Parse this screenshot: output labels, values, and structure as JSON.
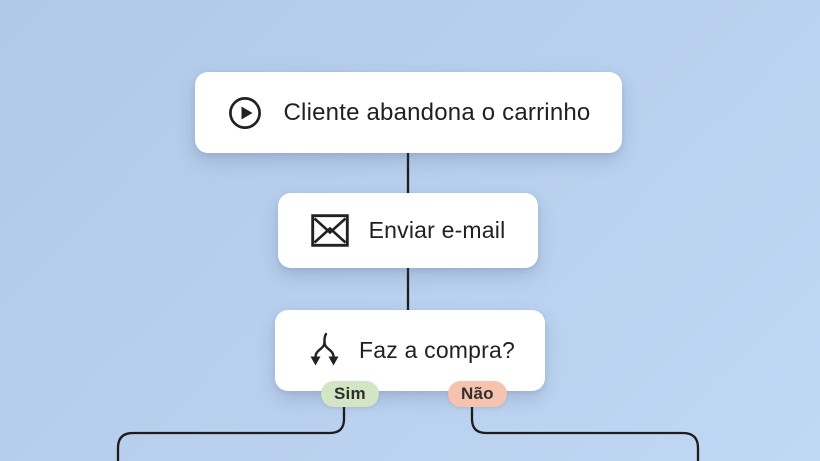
{
  "canvas": {
    "background_top": "#b2c8e8",
    "background_bottom": "#c0d8f4",
    "line_color": "#1e1c1c"
  },
  "flowchart": {
    "node_bg": "#ffffff",
    "text_color": "#242021",
    "nodes": [
      {
        "id": "trigger",
        "icon": "play-icon",
        "label": "Cliente abandona o carrinho"
      },
      {
        "id": "email",
        "icon": "envelope-icon",
        "label": "Enviar e-mail"
      },
      {
        "id": "decision",
        "icon": "branch-icon",
        "label": "Faz a compra?"
      }
    ],
    "branches": {
      "yes": {
        "label": "Sim",
        "color": "#d3e5c5",
        "text_color": "#30302e"
      },
      "no": {
        "label": "Não",
        "color": "#f6c3af",
        "text_color": "#30302e"
      }
    }
  }
}
